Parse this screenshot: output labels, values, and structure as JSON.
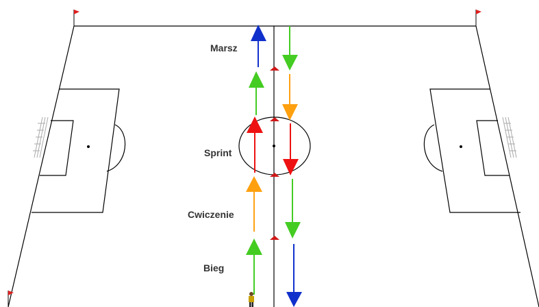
{
  "labels": {
    "marsz": "Marsz",
    "sprint": "Sprint",
    "cwiczenie": "Cwiczenie",
    "bieg": "Bieg"
  },
  "colors": {
    "line": "#000000",
    "flag": "#e02020",
    "cone": "#d01818",
    "green": "#44cc22",
    "orange": "#ffa010",
    "red": "#ee1111",
    "blue": "#1030cc",
    "net": "#aaaaaa"
  },
  "icons": [
    "corner-flag-icon",
    "cone-icon",
    "player-icon",
    "goal-net-icon",
    "arrow-icon"
  ]
}
